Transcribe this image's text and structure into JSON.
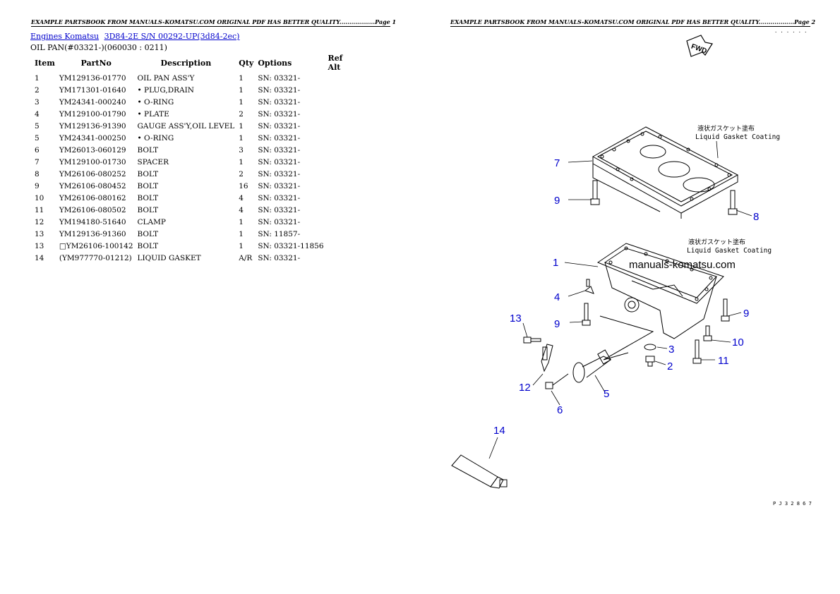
{
  "page1": {
    "header": "EXAMPLE PARTSBOOK FROM MANUALS-KOMATSU.COM ORIGINAL PDF HAS BETTER QUALITY..................Page 1",
    "breadcrumbs": [
      "Engines Komatsu",
      "3D84-2E S/N 00292-UP(3d84-2ec)"
    ],
    "subtitle": "OIL PAN(#03321-)(060030 : 0211)",
    "columns": {
      "item": "Item",
      "partno": "PartNo",
      "description": "Description",
      "qty": "Qty",
      "options": "Options",
      "refalt": "Ref Alt"
    },
    "rows": [
      {
        "item": "1",
        "partno": "YM129136-01770",
        "description": "OIL PAN ASS'Y",
        "qty": "1",
        "options": "SN: 03321-"
      },
      {
        "item": "2",
        "partno": "YM171301-01640",
        "description": "• PLUG,DRAIN",
        "qty": "1",
        "options": "SN: 03321-"
      },
      {
        "item": "3",
        "partno": "YM24341-000240",
        "description": "• O-RING",
        "qty": "1",
        "options": "SN: 03321-"
      },
      {
        "item": "4",
        "partno": "YM129100-01790",
        "description": "• PLATE",
        "qty": "2",
        "options": "SN: 03321-"
      },
      {
        "item": "5",
        "partno": "YM129136-91390",
        "description": "GAUGE ASS'Y,OIL LEVEL",
        "qty": "1",
        "options": "SN: 03321-"
      },
      {
        "item": "5",
        "partno": "YM24341-000250",
        "description": "• O-RING",
        "qty": "1",
        "options": "SN: 03321-"
      },
      {
        "item": "6",
        "partno": "YM26013-060129",
        "description": "BOLT",
        "qty": "3",
        "options": "SN: 03321-"
      },
      {
        "item": "7",
        "partno": "YM129100-01730",
        "description": "SPACER",
        "qty": "1",
        "options": "SN: 03321-"
      },
      {
        "item": "8",
        "partno": "YM26106-080252",
        "description": "BOLT",
        "qty": "2",
        "options": "SN: 03321-"
      },
      {
        "item": "9",
        "partno": "YM26106-080452",
        "description": "BOLT",
        "qty": "16",
        "options": "SN: 03321-"
      },
      {
        "item": "10",
        "partno": "YM26106-080162",
        "description": "BOLT",
        "qty": "4",
        "options": "SN: 03321-"
      },
      {
        "item": "11",
        "partno": "YM26106-080502",
        "description": "BOLT",
        "qty": "4",
        "options": "SN: 03321-"
      },
      {
        "item": "12",
        "partno": "YM194180-51640",
        "description": "CLAMP",
        "qty": "1",
        "options": "SN: 03321-"
      },
      {
        "item": "13",
        "partno": "YM129136-91360",
        "description": "BOLT",
        "qty": "1",
        "options": "SN: 11857-"
      },
      {
        "item": "13",
        "partno": "□YM26106-100142",
        "description": "BOLT",
        "qty": "1",
        "options": "SN: 03321-11856"
      },
      {
        "item": "14",
        "partno": "(YM977770-01212)",
        "description": "LIQUID GASKET",
        "qty": "A/R",
        "options": "SN: 03321-"
      }
    ]
  },
  "page2": {
    "header": "EXAMPLE PARTSBOOK FROM MANUALS-KOMATSU.COM ORIGINAL PDF HAS BETTER QUALITY..................Page 2",
    "diagram": {
      "fwd_label": "FWD",
      "gasket_jp": "液状ガスケット塗布",
      "gasket_en": "Liquid Gasket Coating",
      "watermark": "manuals-komatsu.com",
      "figure_code": "P J 3 2 8 6 7",
      "top_marks": "· · · · · ·",
      "callouts": [
        "7",
        "9",
        "8",
        "1",
        "4",
        "9",
        "13",
        "9",
        "3",
        "10",
        "2",
        "11",
        "12",
        "5",
        "6",
        "14"
      ]
    }
  }
}
